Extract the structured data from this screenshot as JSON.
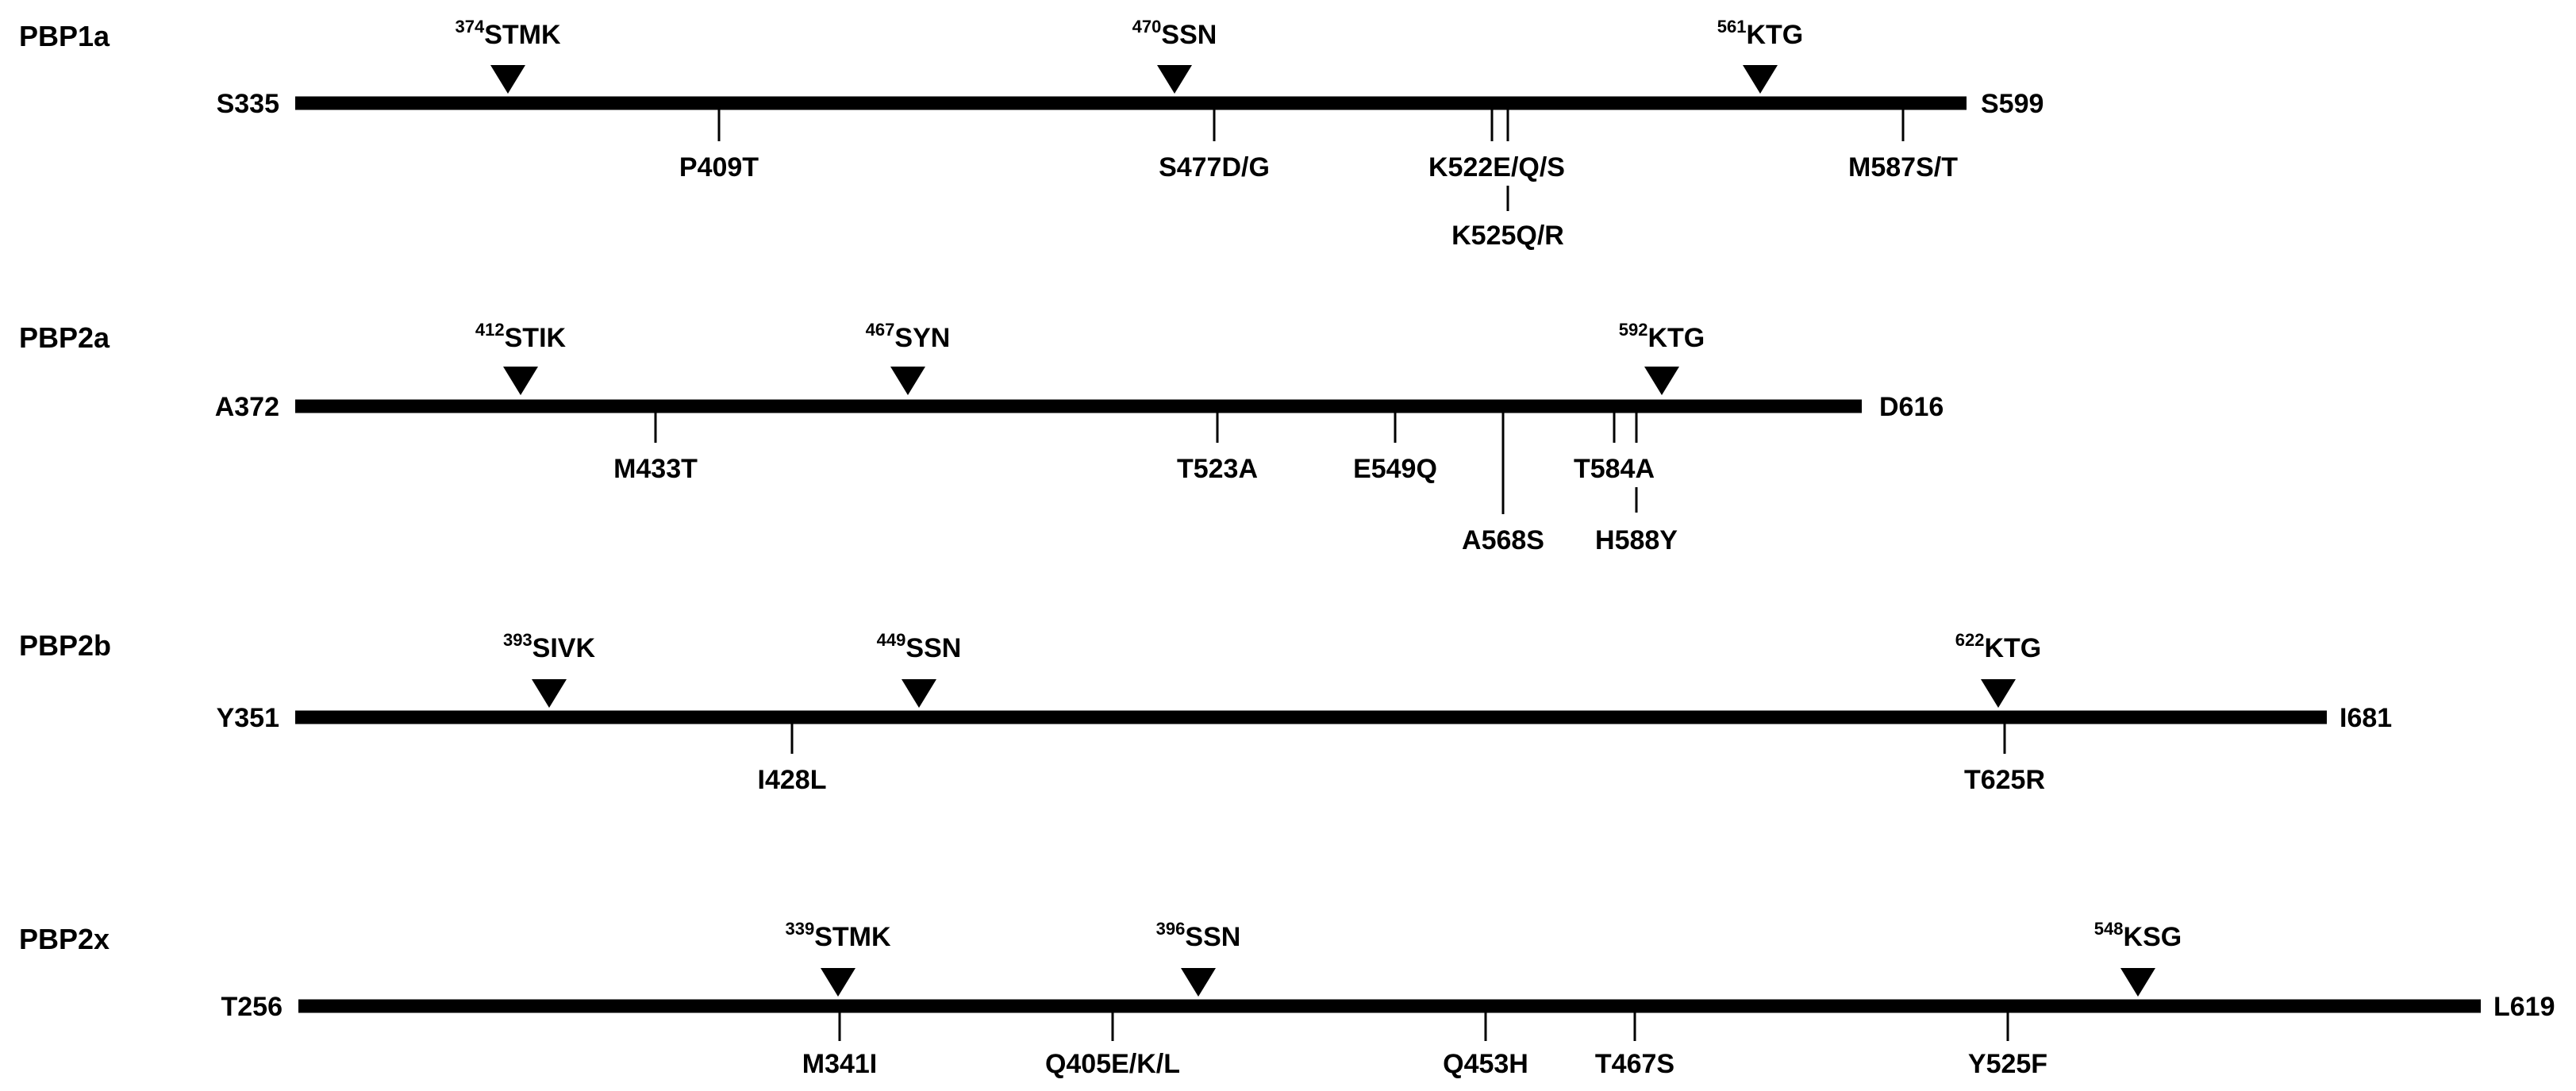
{
  "proteins": [
    {
      "name": "PBP1a",
      "start": {
        "label": "S335",
        "value": 335
      },
      "end": {
        "label": "S599",
        "value": 599
      },
      "motifs": [
        {
          "pos": "374",
          "seq": "STMK"
        },
        {
          "pos": "470",
          "seq": "SSN"
        },
        {
          "pos": "561",
          "seq": "KTG"
        }
      ],
      "mutations": [
        {
          "label": "P409T"
        },
        {
          "label": "S477D/G"
        },
        {
          "label": "K522E/Q/S"
        },
        {
          "label": "K525Q/R"
        },
        {
          "label": "M587S/T"
        }
      ]
    },
    {
      "name": "PBP2a",
      "start": {
        "label": "A372",
        "value": 372
      },
      "end": {
        "label": "D616",
        "value": 616
      },
      "motifs": [
        {
          "pos": "412",
          "seq": "STIK"
        },
        {
          "pos": "467",
          "seq": "SYN"
        },
        {
          "pos": "592",
          "seq": "KTG"
        }
      ],
      "mutations": [
        {
          "label": "M433T"
        },
        {
          "label": "T523A"
        },
        {
          "label": "E549Q"
        },
        {
          "label": "A568S"
        },
        {
          "label": "T584A"
        },
        {
          "label": "H588Y"
        }
      ]
    },
    {
      "name": "PBP2b",
      "start": {
        "label": "Y351",
        "value": 351
      },
      "end": {
        "label": "I681",
        "value": 681
      },
      "motifs": [
        {
          "pos": "393",
          "seq": "SIVK"
        },
        {
          "pos": "449",
          "seq": "SSN"
        },
        {
          "pos": "622",
          "seq": "KTG"
        }
      ],
      "mutations": [
        {
          "label": "I428L"
        },
        {
          "label": "T625R"
        }
      ]
    },
    {
      "name": "PBP2x",
      "start": {
        "label": "T256",
        "value": 256
      },
      "end": {
        "label": "L619",
        "value": 619
      },
      "motifs": [
        {
          "pos": "339",
          "seq": "STMK"
        },
        {
          "pos": "396",
          "seq": "SSN"
        },
        {
          "pos": "548",
          "seq": "KSG"
        }
      ],
      "mutations": [
        {
          "label": "M341I"
        },
        {
          "label": "Q405E/K/L"
        },
        {
          "label": "Q453H"
        },
        {
          "label": "T467S"
        },
        {
          "label": "Y525F"
        }
      ]
    }
  ]
}
